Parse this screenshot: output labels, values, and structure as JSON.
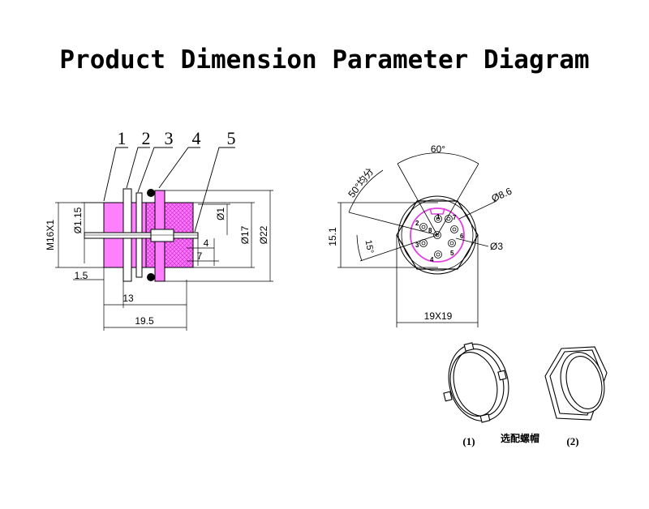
{
  "title": "Product Dimension Parameter Diagram",
  "colors": {
    "body": "#ff7bff",
    "line": "#000000",
    "hatch": "#e040e0"
  },
  "side_view": {
    "callouts": [
      "1",
      "2",
      "3",
      "4",
      "5"
    ],
    "dims": {
      "d_pin": "Ø1.15",
      "thread": "M16X1",
      "flange": "1.5",
      "length_13": "13",
      "length_19_5": "19.5",
      "d1": "Ø1",
      "d17": "Ø17",
      "d22": "Ø22",
      "len4": "4",
      "len7": "7"
    }
  },
  "front_view": {
    "angle_60": "60°",
    "angle_50": "50°均分",
    "angle_15": "15°",
    "d86": "Ø8.6",
    "d3": "Ø3",
    "height": "15.1",
    "hex": "19X19",
    "pins": [
      "1",
      "2",
      "3",
      "4",
      "5",
      "6",
      "7",
      "8"
    ]
  },
  "nuts": {
    "label_1": "(1)",
    "label_2": "(2)",
    "caption": "选配螺帽"
  }
}
